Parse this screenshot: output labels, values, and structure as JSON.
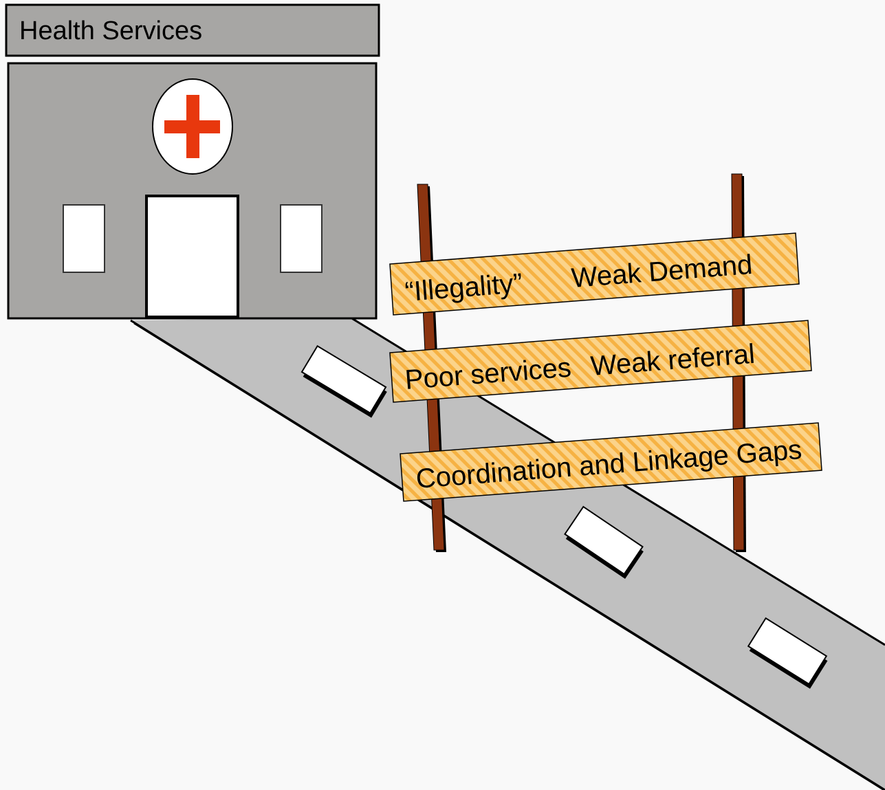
{
  "title": "Health Services",
  "icons": {
    "building": "clinic-building",
    "cross": "medical-cross"
  },
  "barrier": {
    "boards": [
      {
        "segments": [
          "“Illegality”",
          "Weak Demand"
        ]
      },
      {
        "segments": [
          "Poor services",
          "Weak referral"
        ]
      },
      {
        "segments": [
          "Coordination and Linkage Gaps"
        ]
      }
    ]
  },
  "colors": {
    "background": "#f9f9f9",
    "building": "#a7a6a4",
    "road": "#c0c0c0",
    "cross": "#e8380d",
    "post": "#8b3410",
    "board": "#fbd38a",
    "board_stripe": "#f4a62a"
  }
}
